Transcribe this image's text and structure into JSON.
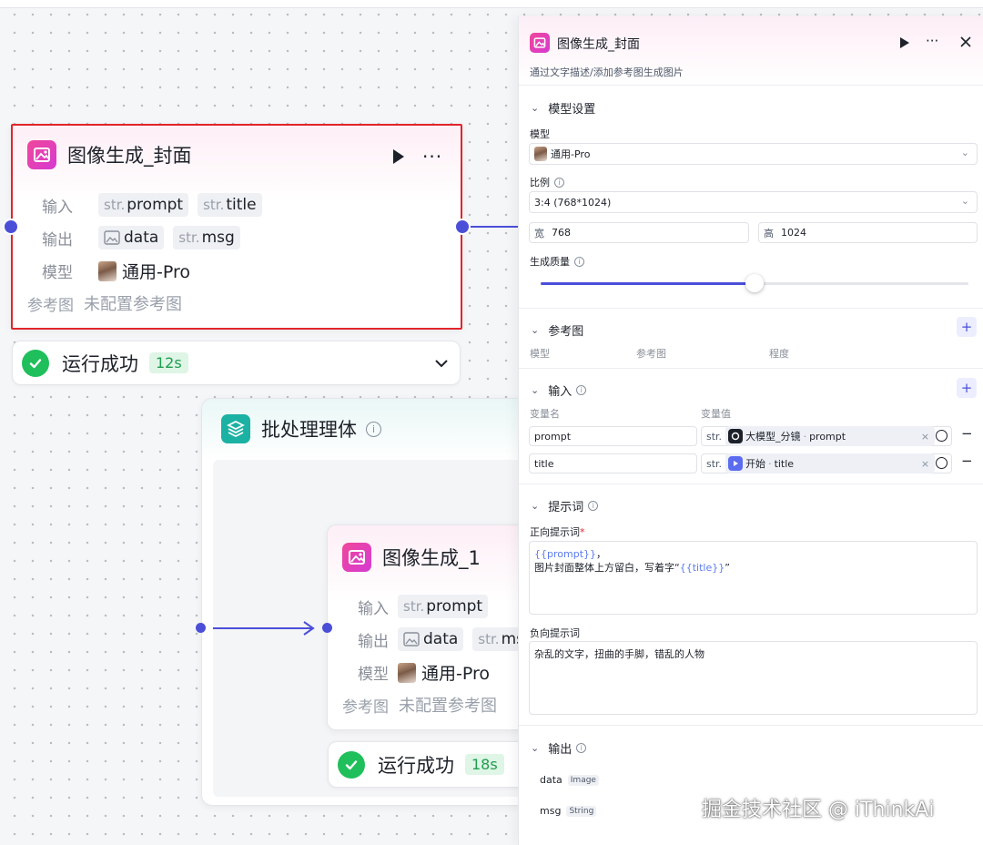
{
  "node_cover": {
    "title": "图像生成_封面",
    "input_label": "输入",
    "inputs": [
      {
        "type": "str.",
        "name": "prompt"
      },
      {
        "type": "str.",
        "name": "title"
      }
    ],
    "output_label": "输出",
    "outputs": [
      {
        "type": "image",
        "name": "data"
      },
      {
        "type": "str.",
        "name": "msg"
      }
    ],
    "model_label": "模型",
    "model": "通用-Pro",
    "ref_label": "参考图",
    "ref_value": "未配置参考图",
    "status": "运行成功",
    "time": "12s"
  },
  "batch": {
    "title": "批处理理体"
  },
  "node_1": {
    "title": "图像生成_1",
    "input_label": "输入",
    "inputs": [
      {
        "type": "str.",
        "name": "prompt"
      }
    ],
    "output_label": "输出",
    "outputs": [
      {
        "type": "image",
        "name": "data"
      },
      {
        "type": "str.",
        "name": "msg"
      }
    ],
    "model_label": "模型",
    "model": "通用-Pro",
    "ref_label": "参考图",
    "ref_value": "未配置参考图",
    "status": "运行成功",
    "time": "18s"
  },
  "panel": {
    "title": "图像生成_封面",
    "subtitle": "通过文字描述/添加参考图生成图片",
    "model_section": "模型设置",
    "model_label": "模型",
    "model_value": "通用-Pro",
    "ratio_label": "比例",
    "ratio_value": "3:4 (768*1024)",
    "width_label": "宽",
    "width_value": "768",
    "height_label": "高",
    "height_value": "1024",
    "quality_label": "生成质量",
    "quality_level": 0.5,
    "ref_section": "参考图",
    "ref_cols": [
      "模型",
      "参考图",
      "程度"
    ],
    "input_section": "输入",
    "var_name_label": "变量名",
    "var_value_label": "变量值",
    "variables": [
      {
        "name": "prompt",
        "type": "str.",
        "source_node": "大模型_分镜",
        "source_field": "prompt"
      },
      {
        "name": "title",
        "type": "str.",
        "source_node": "开始",
        "source_field": "title"
      }
    ],
    "prompt_section": "提示词",
    "positive_label": "正向提示词",
    "required_mark": "*",
    "positive_var1": "{{prompt}}",
    "positive_line1_suffix": "，",
    "positive_line2_prefix": "图片封面整体上方留白，写着字“",
    "positive_var2": "{{title}}",
    "positive_line2_suffix": "”",
    "negative_label": "负向提示词",
    "negative_text": "杂乱的文字，扭曲的手脚，错乱的人物",
    "output_section": "输出",
    "outputs": [
      {
        "name": "data",
        "type": "Image"
      },
      {
        "name": "msg",
        "type": "String"
      }
    ]
  },
  "watermark": "掘金技术社区 @ iThinkAi",
  "colors": {
    "accent": "#4b4fd8",
    "success": "#1fbf5b",
    "selected_border": "#e0262b",
    "icon_pink": "#f0479a"
  }
}
